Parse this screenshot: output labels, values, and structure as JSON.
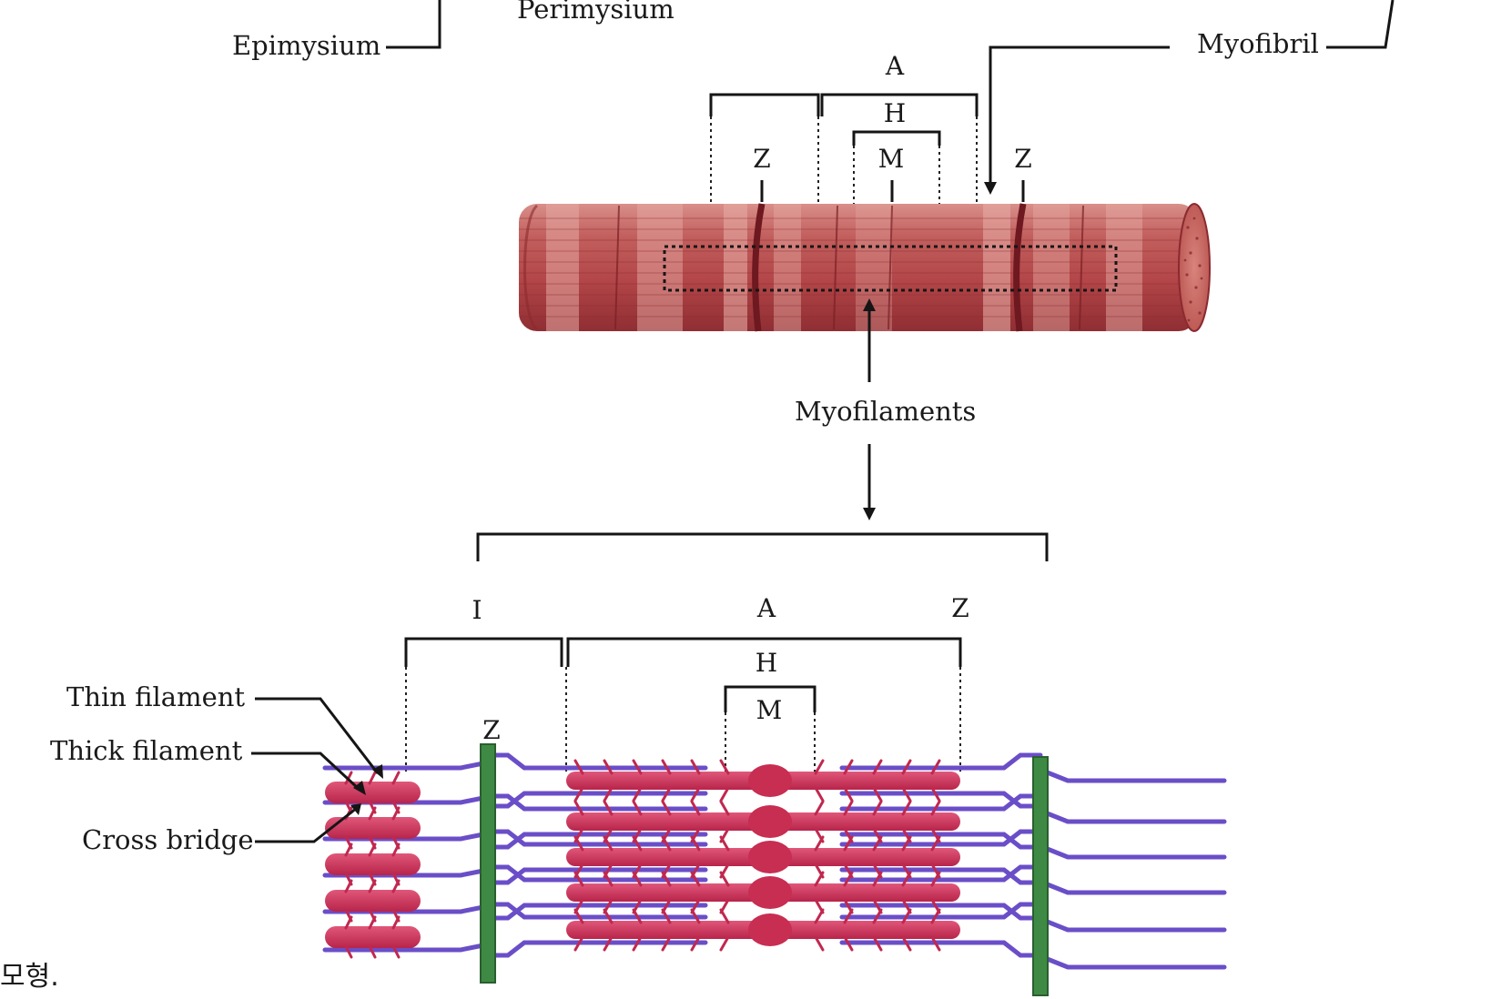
{
  "labels": {
    "perimysium": "Perimysium",
    "epimysium": "Epimysium",
    "myofibril": "Myofibril",
    "myofilaments": "Myofilaments",
    "thin_filament": "Thin filament",
    "thick_filament": "Thick filament",
    "cross_bridge": "Cross bridge"
  },
  "myofibril_bands": {
    "a": "A",
    "h": "H",
    "m": "M",
    "z_left": "Z",
    "z_right": "Z"
  },
  "sarcomere_bands": {
    "i": "I",
    "a": "A",
    "z_top": "Z",
    "h": "H",
    "m": "M",
    "z_disc": "Z"
  },
  "caption_fragment": "모형.",
  "colors": {
    "fiber_main": "#b4484a",
    "fiber_dark": "#7a1f24",
    "fiber_light": "#e0a19c",
    "thick_filament": "#c82d52",
    "thin_filament": "#6a4ec8",
    "z_disc": "#3e8a45",
    "line": "#151515"
  }
}
